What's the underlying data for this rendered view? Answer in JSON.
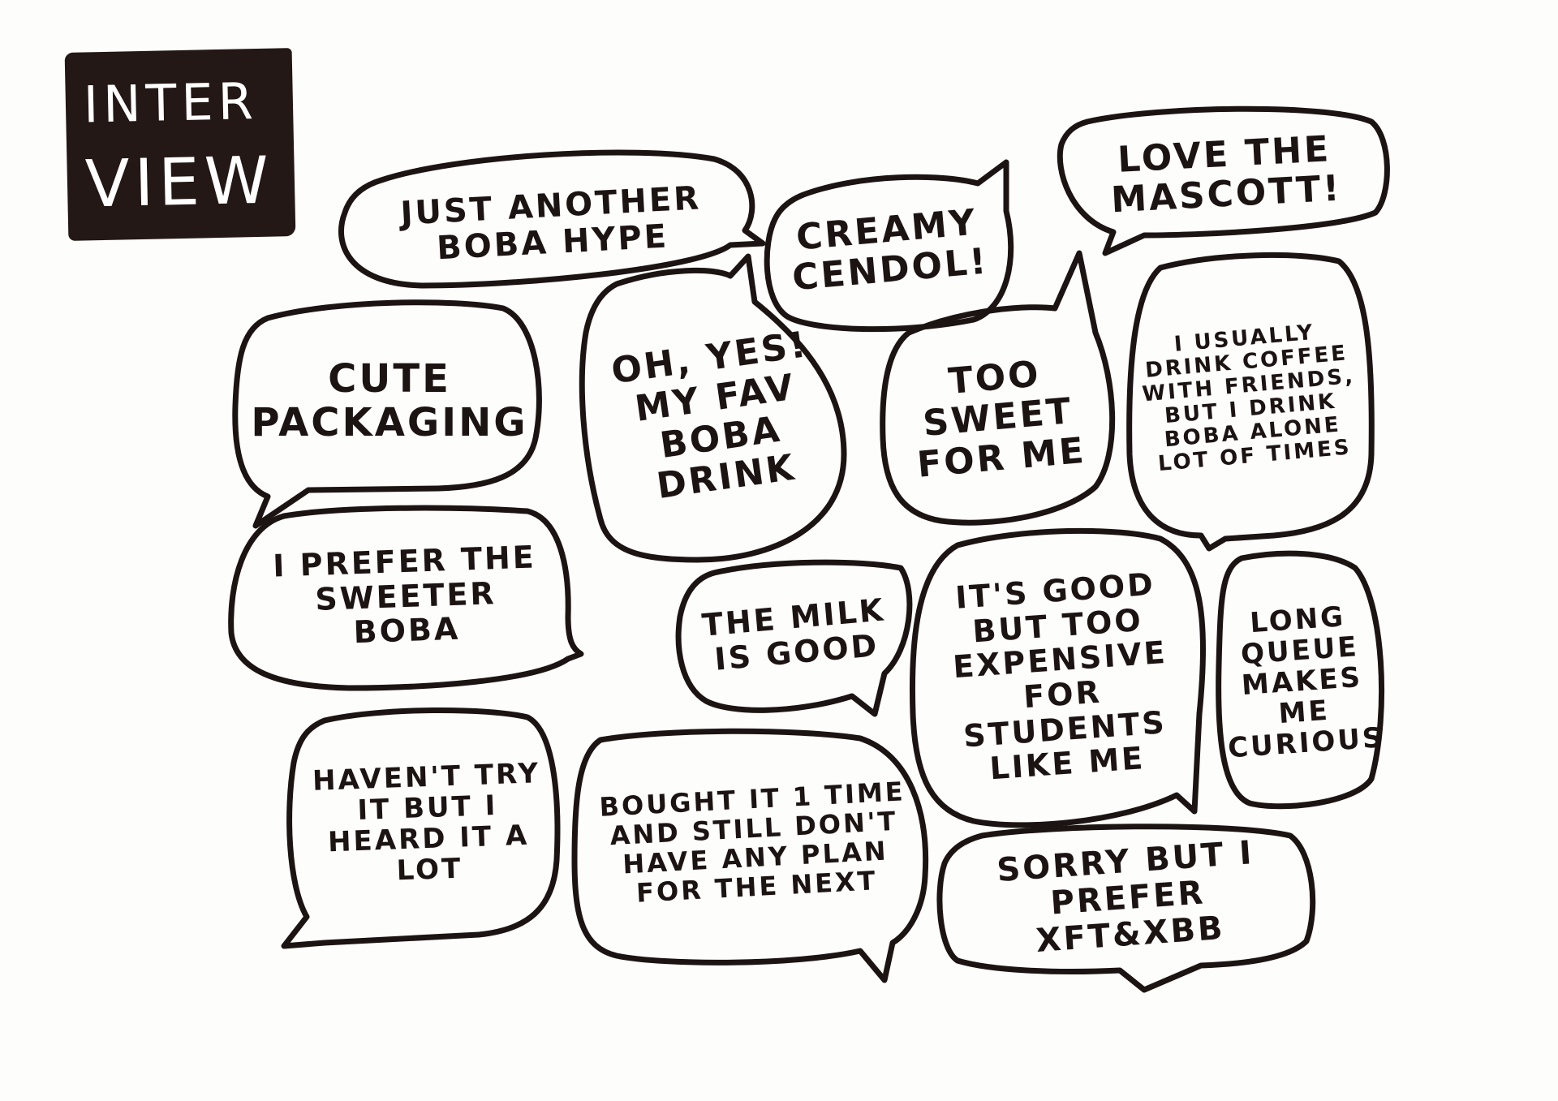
{
  "title": {
    "line1": "INTER",
    "line2": "VIEW"
  },
  "quotes": [
    {
      "id": "boba-hype",
      "text": "JUST ANOTHER BOBA HYPE"
    },
    {
      "id": "creamy-cendol",
      "text": "CREAMY CENDOL!"
    },
    {
      "id": "love-mascott",
      "text": "LOVE THE MASCOTT!"
    },
    {
      "id": "cute-packaging",
      "text": "CUTE PACKAGING"
    },
    {
      "id": "oh-yes",
      "text": "OH, YES! MY FAV BOBA DRINK"
    },
    {
      "id": "too-sweet",
      "text": "TOO SWEET FOR ME"
    },
    {
      "id": "usually-coffee",
      "text": "I USUALLY DRINK COFFEE WITH FRIENDS, BUT I DRINK BOBA ALONE LOT OF TIMES"
    },
    {
      "id": "prefer-sweeter",
      "text": "I PREFER THE SWEETER BOBA"
    },
    {
      "id": "milk-good",
      "text": "THE MILK IS GOOD"
    },
    {
      "id": "too-expensive",
      "text": "IT'S GOOD BUT TOO EXPENSIVE FOR STUDENTS LIKE ME"
    },
    {
      "id": "long-queue",
      "text": "LONG QUEUE MAKES ME CURIOUS"
    },
    {
      "id": "havent-try",
      "text": "HAVEN'T TRY IT BUT I HEARD IT A LOT"
    },
    {
      "id": "bought-once",
      "text": "BOUGHT IT 1 TIME AND STILL DON'T HAVE ANY PLAN FOR THE NEXT"
    },
    {
      "id": "prefer-xft",
      "text": "SORRY BUT I PREFER XFT&XBB"
    }
  ]
}
